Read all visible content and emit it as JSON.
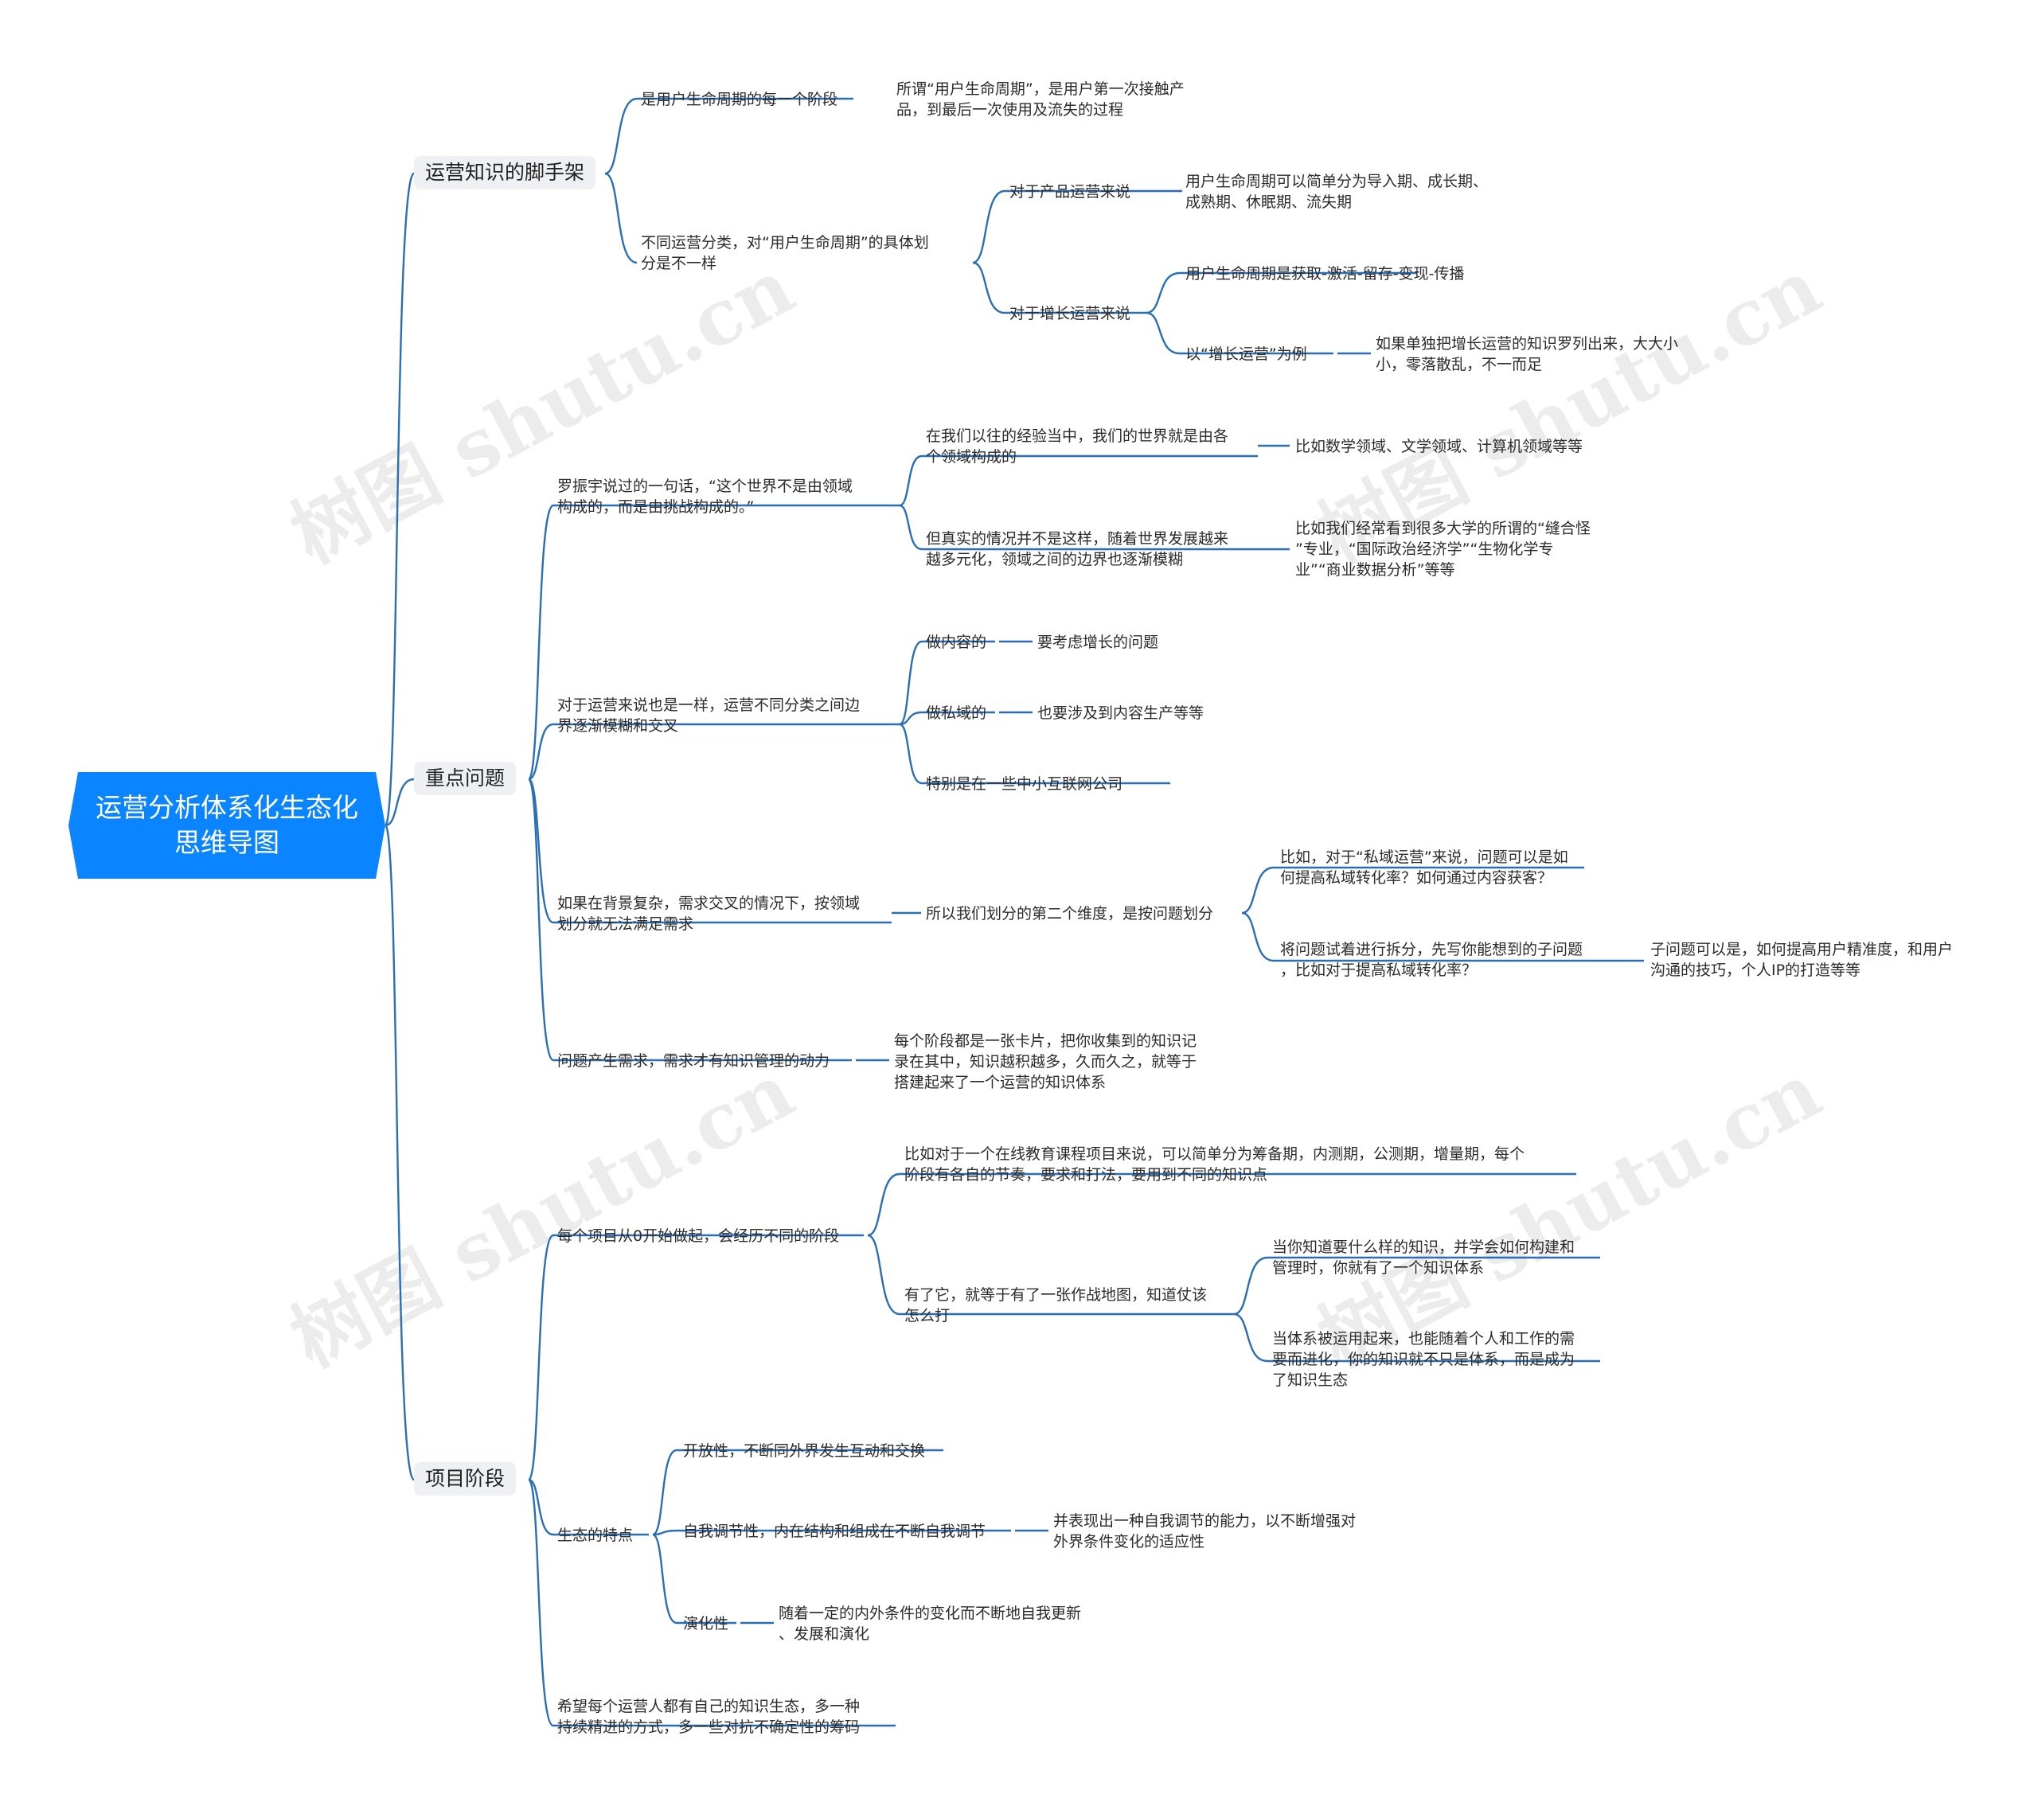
{
  "root": {
    "line1": "运营分析体系化生态化",
    "line2": "思维导图"
  },
  "branches": {
    "b1": "运营知识的脚手架",
    "b2": "重点问题",
    "b3": "项目阶段"
  },
  "b1": {
    "n1": "是用户生命周期的每一个阶段",
    "n1a": [
      "所谓“用户生命周期”，是用户第一次接触产",
      "品，到最后一次使用及流失的过程"
    ],
    "n2": [
      "不同运营分类，对“用户生命周期”的具体划",
      "分是不一样"
    ],
    "n2a": "对于产品运营来说",
    "n2a1": [
      "用户生命周期可以简单分为导入期、成长期、",
      "成熟期、休眠期、流失期"
    ],
    "n2b": "对于增长运营来说",
    "n2b1": "用户生命周期是获取-激活-留存-变现-传播",
    "n2b2": "以“增长运营”为例",
    "n2b2a": [
      "如果单独把增长运营的知识罗列出来，大大小",
      "小，零落散乱，不一而足"
    ]
  },
  "b2": {
    "n1": [
      "罗振宇说过的一句话，“这个世界不是由领域",
      "构成的，而是由挑战构成的。”"
    ],
    "n1a": [
      "在我们以往的经验当中，我们的世界就是由各",
      "个领域构成的"
    ],
    "n1a1": "比如数学领域、文学领域、计算机领域等等",
    "n1b": [
      "但真实的情况并不是这样，随着世界发展越来",
      "越多元化，领域之间的边界也逐渐模糊"
    ],
    "n1b1": [
      "比如我们经常看到很多大学的所谓的“缝合怪",
      "”专业，“国际政治经济学”“生物化学专",
      "业”“商业数据分析”等等"
    ],
    "n2": [
      "对于运营来说也是一样，运营不同分类之间边",
      "界逐渐模糊和交叉"
    ],
    "n2a": "做内容的",
    "n2a1": "要考虑增长的问题",
    "n2b": "做私域的",
    "n2b1": "也要涉及到内容生产等等",
    "n2c": "特别是在一些中小互联网公司",
    "n3": [
      "如果在背景复杂，需求交叉的情况下，按领域",
      "划分就无法满足需求"
    ],
    "n3a": "所以我们划分的第二个维度，是按问题划分",
    "n3a1": [
      "比如，对于“私域运营”来说，问题可以是如",
      "何提高私域转化率？如何通过内容获客？"
    ],
    "n3a2": [
      "将问题试着进行拆分，先写你能想到的子问题",
      "，比如对于提高私域转化率？"
    ],
    "n3a2a": [
      "子问题可以是，如何提高用户精准度，和用户",
      "沟通的技巧，个人IP的打造等等"
    ],
    "n4": "问题产生需求，需求才有知识管理的动力",
    "n4a": [
      "每个阶段都是一张卡片，把你收集到的知识记",
      "录在其中，知识越积越多，久而久之，就等于",
      "搭建起来了一个运营的知识体系"
    ]
  },
  "b3": {
    "n1": "每个项目从0开始做起，会经历不同的阶段",
    "n1a": [
      "比如对于一个在线教育课程项目来说，可以简单分为筹备期，内测期，公测期，增量期，每个",
      "阶段有各自的节奏，要求和打法，要用到不同的知识点"
    ],
    "n1b": [
      "有了它，就等于有了一张作战地图，知道仗该",
      "怎么打"
    ],
    "n1b1": [
      "当你知道要什么样的知识，并学会如何构建和",
      "管理时，你就有了一个知识体系"
    ],
    "n1b2": [
      "当体系被运用起来，也能随着个人和工作的需",
      "要而进化，你的知识就不只是体系，而是成为",
      "了知识生态"
    ],
    "n2": "生态的特点",
    "n2a": "开放性，不断同外界发生互动和交换",
    "n2b": "自我调节性，内在结构和组成在不断自我调节",
    "n2b1": [
      "并表现出一种自我调节的能力，以不断增强对",
      "外界条件变化的适应性"
    ],
    "n2c": "演化性",
    "n2c1": [
      "随着一定的内外条件的变化而不断地自我更新",
      "、发展和演化"
    ],
    "n3": [
      "希望每个运营人都有自己的知识生态，多一种",
      "持续精进的方式，多一些对抗不确定性的筹码"
    ]
  },
  "watermarks": [
    "树图 shutu.cn",
    "树图 shutu.cn",
    "树图 shutu.cn",
    "树图 shutu.cn"
  ],
  "colors": {
    "root": "#0a84ff",
    "link": "#2a6fb5",
    "branch_bg": "#eef0f3"
  }
}
